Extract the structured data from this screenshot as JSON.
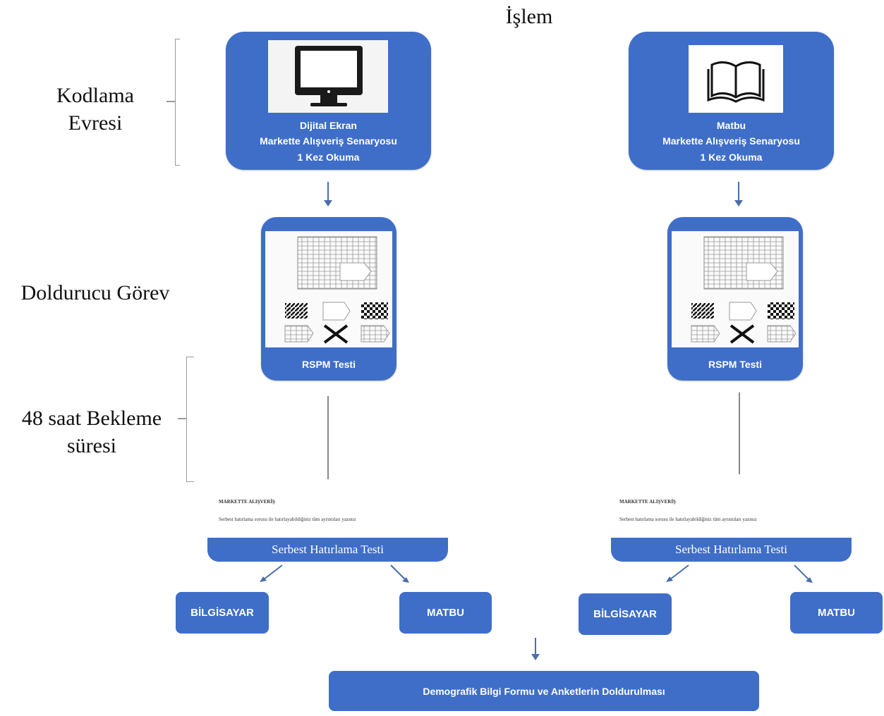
{
  "title": "İşlem",
  "stages": {
    "coding": "Kodlama Evresi",
    "filler": "Doldurucu Görev",
    "waiting": "48 saat Bekleme süresi"
  },
  "columns": [
    {
      "card_lines": [
        "Dijital Ekran",
        "Markette Alışveriş Senaryosu",
        "1 Kez Okuma"
      ],
      "card_icon": "monitor-icon",
      "rspm_label": "RSPM Testi",
      "doc_title": "MARKETTE ALIŞVERİŞ",
      "doc_text": "Serbest hatırlama sorusu ile hatırlayabildiğiniz tüm ayrıntıları yazınız",
      "recall_label": "Serbest Hatırlama Testi",
      "option_left": "BİLGİSAYAR",
      "option_right": "MATBU"
    },
    {
      "card_lines": [
        "Matbu",
        "Markette Alışveriş Senaryosu",
        "1 Kez Okuma"
      ],
      "card_icon": "book-icon",
      "rspm_label": "RSPM Testi",
      "doc_title": "MARKETTE ALIŞVERİŞ",
      "doc_text": "Serbest hatırlama sorusu ile hatırlayabildiğiniz tüm ayrıntıları yazınız",
      "recall_label": "Serbest Hatırlama Testi",
      "option_left": "BİLGİSAYAR",
      "option_right": "MATBU"
    }
  ],
  "final_box": "Demografik Bilgi Formu ve Anketlerin Doldurulması",
  "colors": {
    "accent": "#3f6ec8",
    "arrow": "#4a6ea8"
  }
}
